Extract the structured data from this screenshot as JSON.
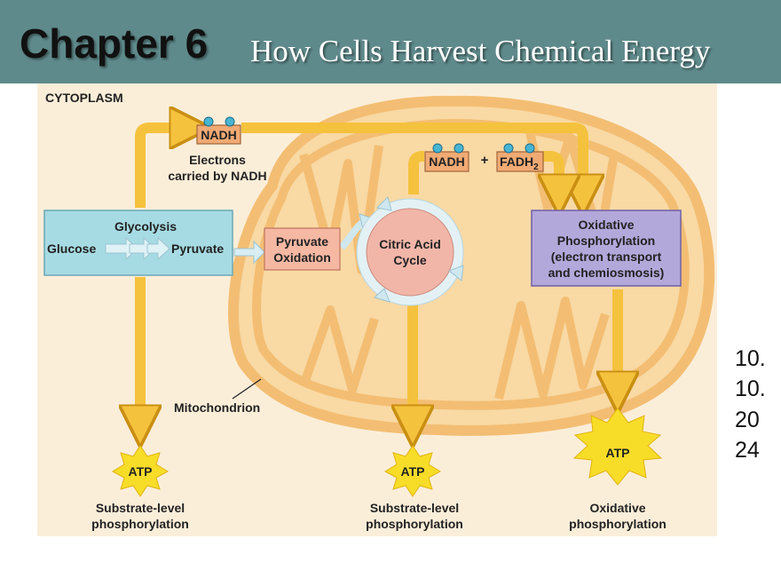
{
  "header": {
    "chapter": "Chapter 6",
    "subtitle": "How Cells Harvest Chemical Energy"
  },
  "colors": {
    "header_bg": "#5f8a8b",
    "cytoplasm_bg": "#fbeed9",
    "mitochondrion": "#f7cc8a",
    "arrow": "#f5c23d",
    "glycolysis_box": "#a7dbe3",
    "citric_circle": "#f2b6a8",
    "oxidative_box": "#b3a8da",
    "atp_burst": "#f8dd28"
  },
  "diagram": {
    "cytoplasm_label": "CYTOPLASM",
    "nadh_top": "NADH",
    "electrons_line1": "Electrons",
    "electrons_line2": "carried by NADH",
    "glycolysis": {
      "title": "Glycolysis",
      "glucose": "Glucose",
      "pyruvate": "Pyruvate"
    },
    "pyruvate_oxidation": {
      "line1": "Pyruvate",
      "line2": "Oxidation"
    },
    "citric_acid": {
      "line1": "Citric Acid",
      "line2": "Cycle"
    },
    "nadh_mid": "NADH",
    "plus": "+",
    "fadh2": "FADH",
    "fadh2_sub": "2",
    "oxidative": {
      "line1": "Oxidative",
      "line2": "Phosphorylation",
      "line3": "(electron transport",
      "line4": "and chemiosmosis)"
    },
    "mitochondrion_label": "Mitochondrion",
    "atp1": "ATP",
    "atp2": "ATP",
    "atp3": "ATP",
    "label1": {
      "line1": "Substrate-level",
      "line2": "phosphorylation"
    },
    "label2": {
      "line1": "Substrate-level",
      "line2": "phosphorylation"
    },
    "label3": {
      "line1": "Oxidative",
      "line2": "phosphorylation"
    }
  },
  "side_text": [
    "10.",
    "10.",
    "20",
    "24"
  ]
}
